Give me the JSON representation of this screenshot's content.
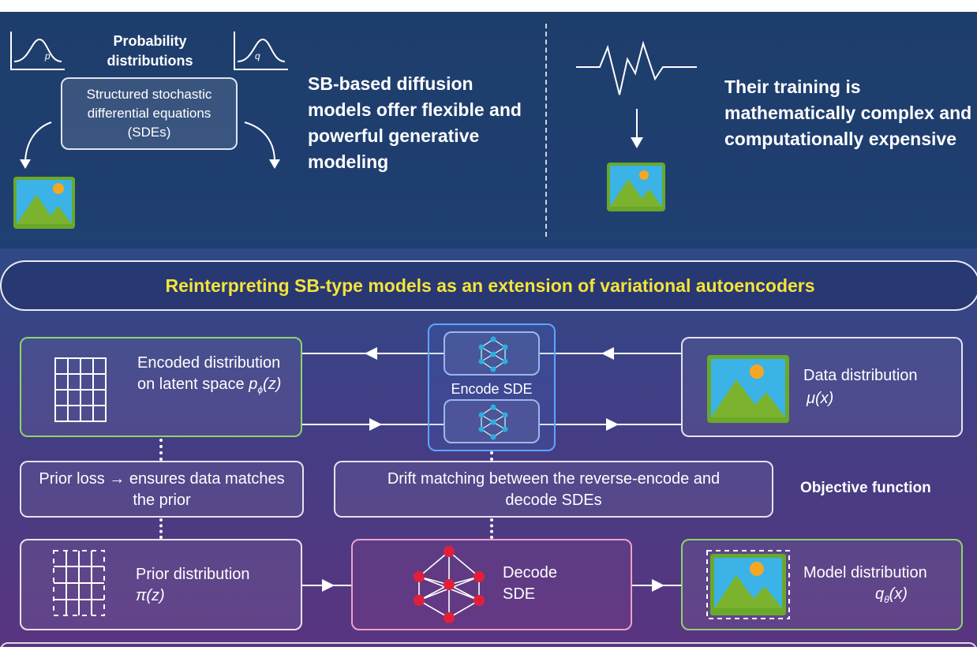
{
  "top_left": {
    "dist_label": "Probability distributions",
    "p_label": "p",
    "q_label": "q",
    "sde_box": "Structured stochastic differential equations (SDEs)",
    "claim": "SB-based diffusion models offer flexible and powerful generative modeling"
  },
  "top_right": {
    "claim": "Their training is mathematically complex and computationally expensive"
  },
  "banner": "Reinterpreting SB-type models as an extension of variational autoencoders",
  "nodes": {
    "encoded": "Encoded distribution on latent space",
    "encoded_math": "p",
    "encoded_sub": "ϕ",
    "encoded_arg": "(z)",
    "encode_sde": "Encode SDE",
    "data_dist": "Data distribution",
    "data_math": "μ(x)",
    "prior_loss": "Prior loss → ensures data matches the prior",
    "drift": "Drift matching between the reverse-encode and decode SDEs",
    "objective": "Objective function",
    "prior_dist": "Prior distribution",
    "prior_math": "π(z)",
    "decode_sde": "Decode SDE",
    "model_dist": "Model distribution",
    "model_math": "q",
    "model_sub": "θ",
    "model_arg": "(x)"
  },
  "colors": {
    "banner_text": "#f5e33a",
    "green_border": "#8fd46a",
    "blue_border": "#5aa8ff",
    "pink_border": "#f0a0c8",
    "node_red": "#e0203a",
    "node_cyan": "#2ab0e0"
  }
}
